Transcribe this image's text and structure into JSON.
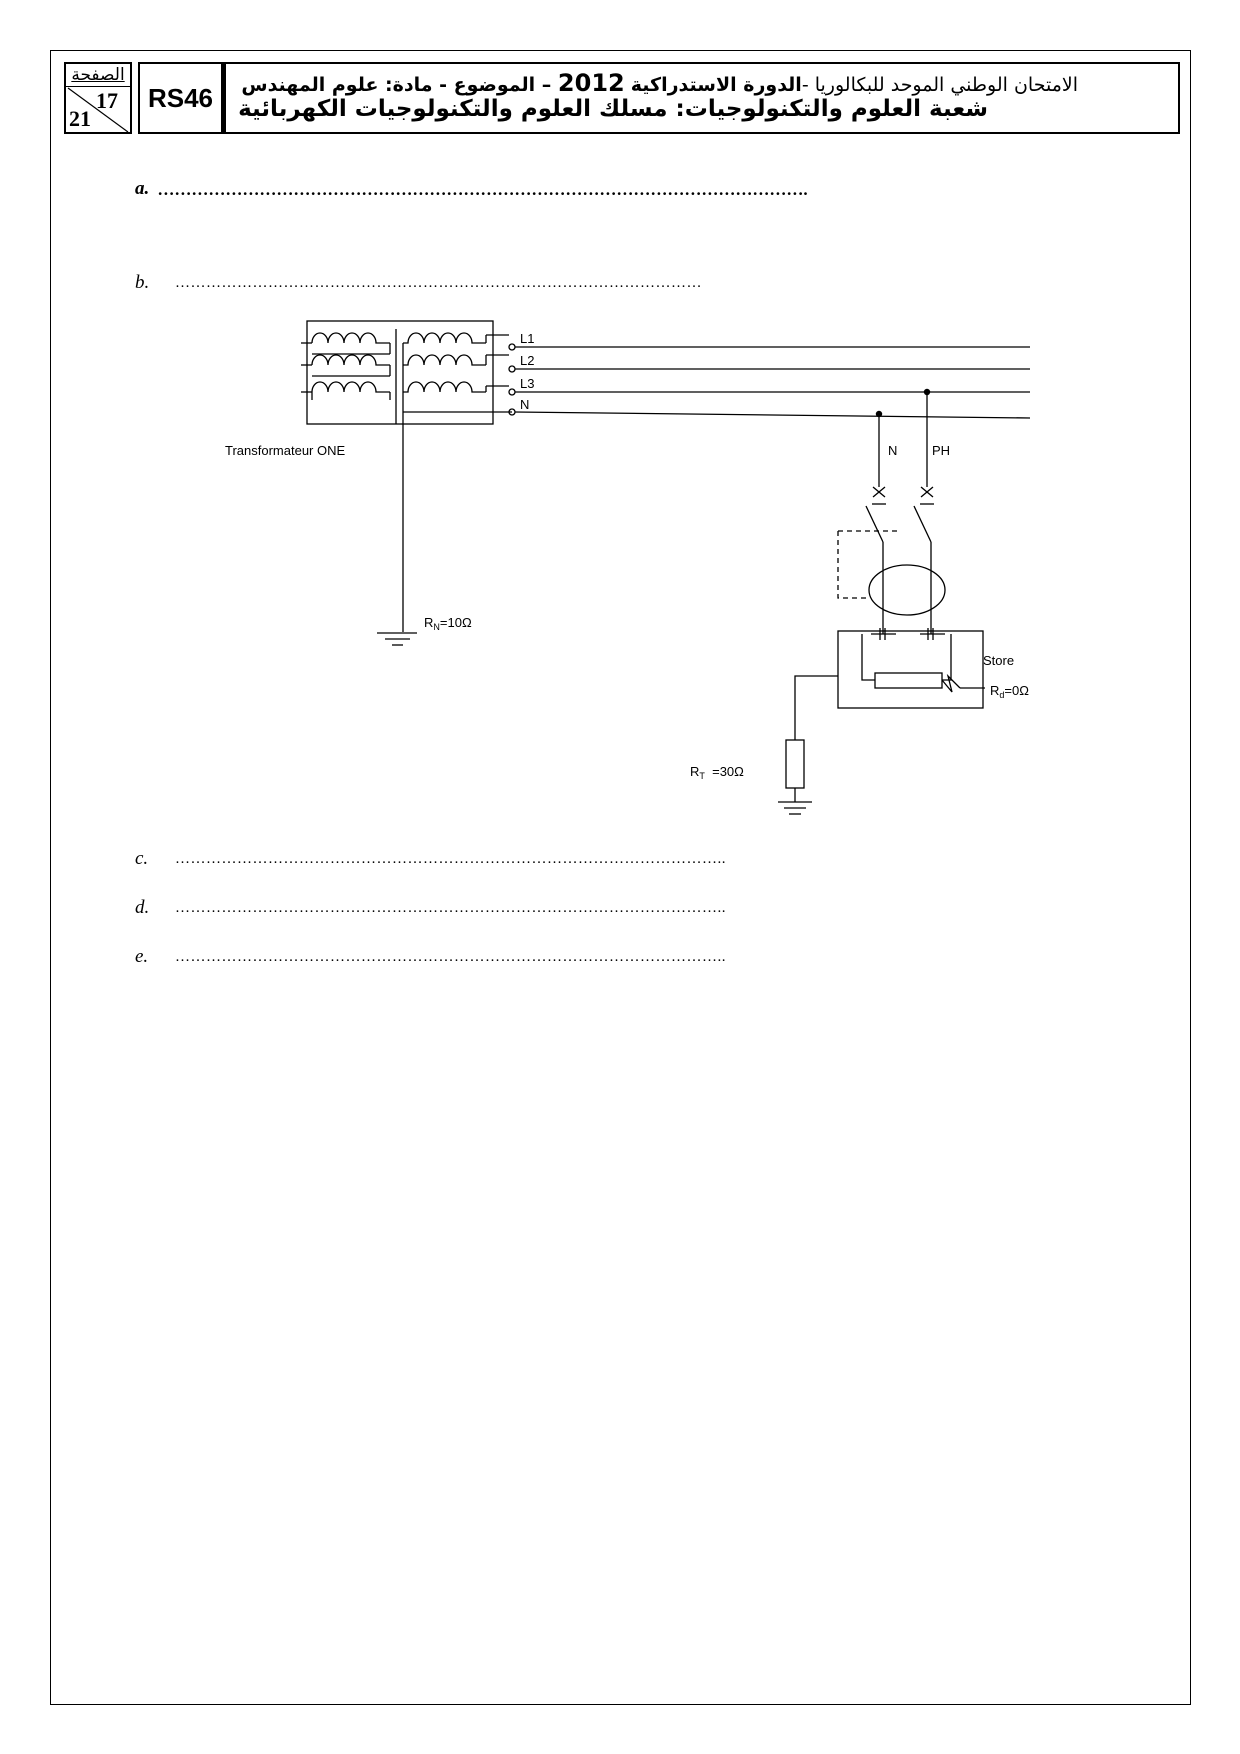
{
  "header": {
    "page_label": "الصفحة",
    "page_number": "17",
    "page_total": "21",
    "code": "RS46",
    "line1_pre": "الامتحان الوطني الموحد للبكالوريا -",
    "line1_session": "الدورة الاستدراكية",
    "line1_year": "2012",
    "line1_post": " – الموضوع - مادة: ",
    "line1_subject": "علوم المهندس",
    "line2": "شعبة العلوم والتكنولوجيات: مسلك العلوم والتكنولوجيات الكهربائية"
  },
  "questions": [
    {
      "label": "a.",
      "dots": "……………………………………………………………………………………………………."
    },
    {
      "label": "b.",
      "dots": "…………………………………………………………………………………………"
    },
    {
      "label": "c.",
      "dots": "…………………………………………………………………………………………….."
    },
    {
      "label": "d.",
      "dots": "…………………………………………………………………………………………….."
    },
    {
      "label": "e.",
      "dots": "…………………………………………………………………………………………….."
    }
  ],
  "diagram": {
    "transformer_label": "Transformateur  ONE",
    "lines": [
      "L1",
      "L2",
      "L3",
      "N"
    ],
    "branch_n": "N",
    "branch_ph": "PH",
    "rn_prefix": "R",
    "rn_sub": "N",
    "rn_value": "=10Ω",
    "rt_prefix": "R",
    "rt_sub": "T",
    "rt_value": "  =30Ω",
    "load_label": "Store",
    "rd_prefix": "R",
    "rd_sub": "d",
    "rd_value": "=0Ω"
  }
}
